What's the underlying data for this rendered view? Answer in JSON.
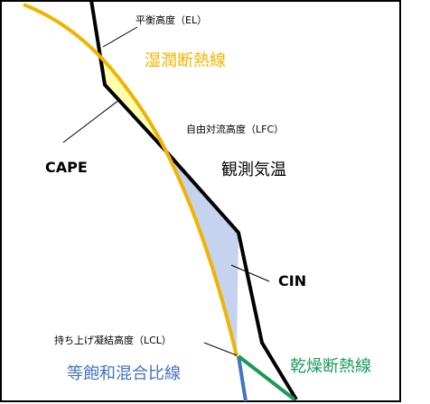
{
  "labels": {
    "el": "平衡高度（EL）",
    "moist_adiabat": "湿潤断熱線",
    "lfc": "自由対流高度（LFC）",
    "cape": "CAPE",
    "observed_temp": "観測気温",
    "cin": "CIN",
    "lcl": "持ち上げ凝結高度（LCL）",
    "mixing_ratio": "等飽和混合比線",
    "dry_adiabat": "乾燥断熱線"
  },
  "colors": {
    "frame": "#000000",
    "observed": "#000000",
    "moist_adiabat": "#f0b400",
    "moist_label": "#f0b400",
    "cape_fill": "#ffffb0",
    "cin_fill": "#c6d3ee",
    "mixing_ratio": "#4472c4",
    "mixing_label": "#4472c4",
    "dry_adiabat": "#1a9a5a",
    "dry_label": "#1a9a5a",
    "leader": "#000000"
  }
}
